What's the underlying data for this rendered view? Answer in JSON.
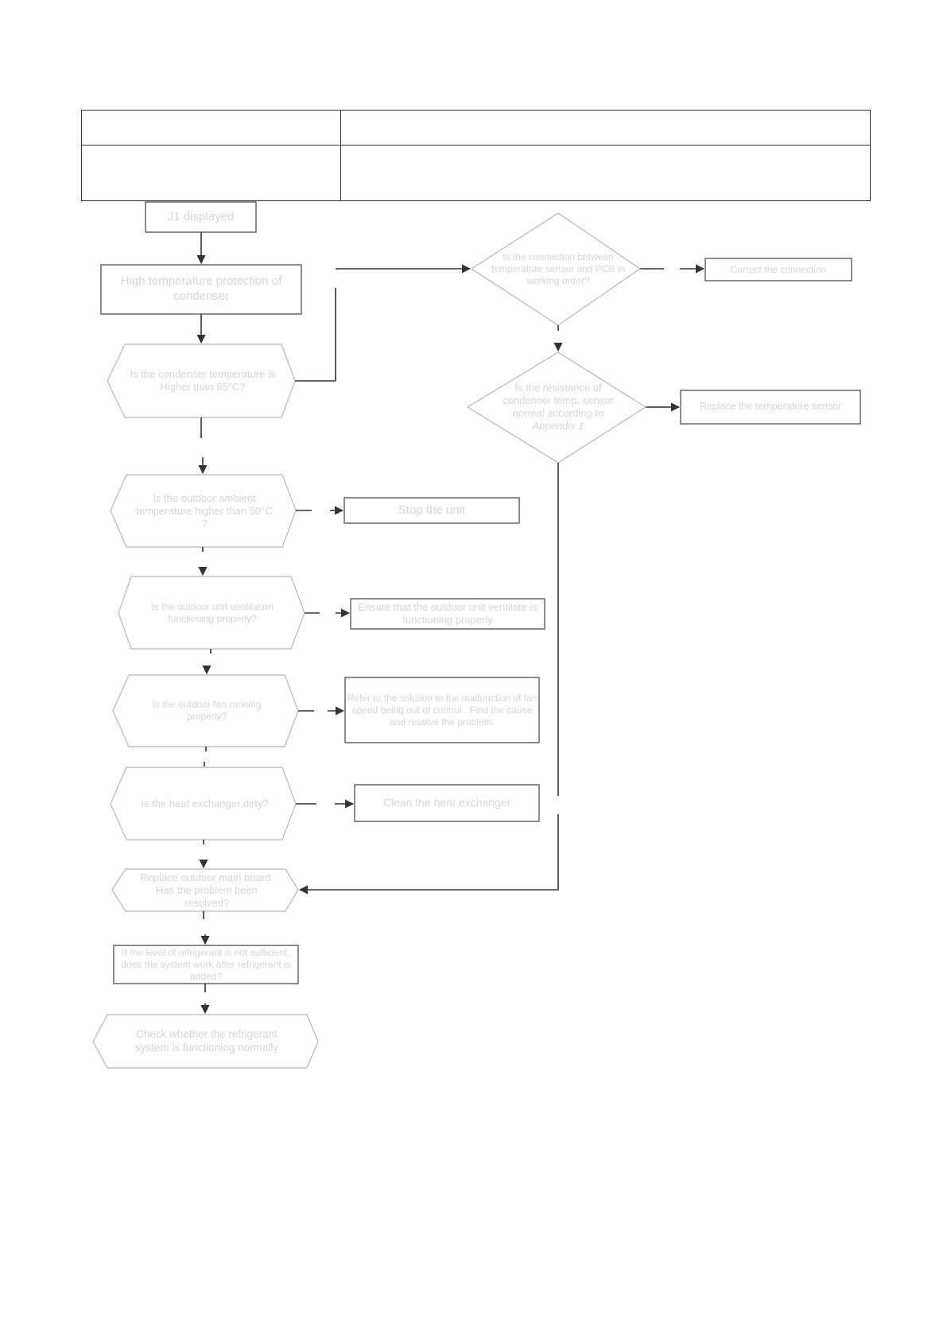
{
  "header": {
    "row1_col1": "",
    "row1_col2": "",
    "row2_col1": "",
    "row2_col2": ""
  },
  "flow": {
    "start": "J1 displayed",
    "protection": "High temperature protection of condenser",
    "q_condenser_temp": "Is the condenser temperature is Higher  than 65°C?",
    "q_connection": "Is the connection between temperature sensor and PCB in working order?",
    "a_correct_connection": "Correct the connection",
    "q_resistance_pre": "Is the resistance of condenser temp. sensor normal according to",
    "q_resistance_ref": "Appendix 1",
    "a_replace_sensor": "Replace the temperature sensor",
    "q_ambient": "Is the outdoor ambient temperature higher than 50°C ?",
    "a_stop_unit": "Stop the unit",
    "q_ventilation": "Is the outdoor unit ventilation functioning properly?",
    "a_ventilation": "Ensure that the outdoor unit ventilate is functioning properly",
    "q_fan": "Is  the outdoor fan running properly?",
    "a_fan": "Refer to the solution to the malfunction of fan speed being out of control . Find the cause and resolve the problem.",
    "q_dirty": "Is the heat exchanger dirty?",
    "a_clean": "Clean the heat exchanger",
    "q_mainboard": "Replace outdoor main board. Has the problem been resolved?",
    "q_refrigerant": "If the  level of refrigerant is not sufficient, does the system work after refrigerant is added?",
    "end_check": "Check whether the refrigerant system is functioning normally"
  },
  "colors": {
    "line": "#333333",
    "shape_stroke": "#b8b8b8",
    "box_stroke": "#666666",
    "text": "#d6d6d6"
  }
}
